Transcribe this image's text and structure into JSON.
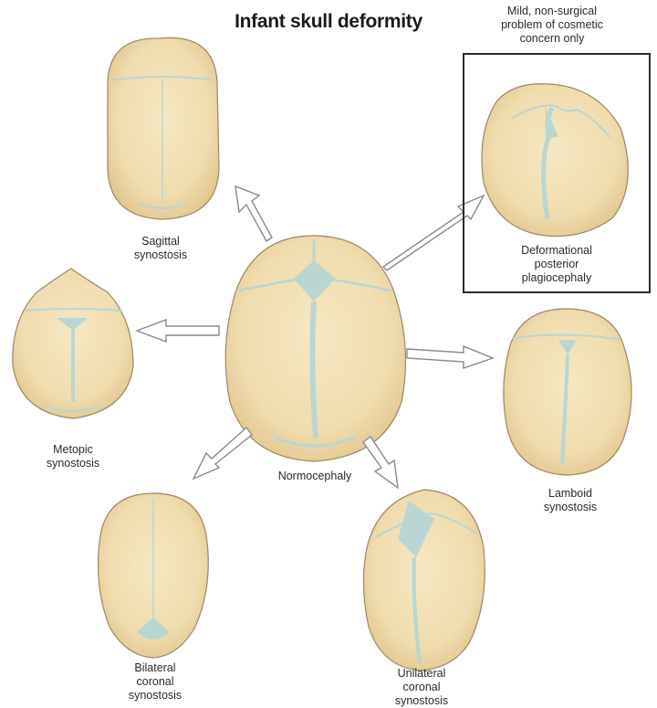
{
  "title": "Infant skull deformity",
  "note": {
    "lines": [
      "Mild, non-surgical",
      "problem of cosmetic",
      "concern only"
    ]
  },
  "colors": {
    "bone": "#f1dfb4",
    "bone_shade": "#e3c995",
    "outline": "#9c8763",
    "suture": "#b9d6d2",
    "arrow_stroke": "#8a8a8a"
  },
  "skulls": [
    {
      "id": "normocephaly",
      "lines": [
        "Normocephaly"
      ]
    },
    {
      "id": "sagittal",
      "lines": [
        "Sagittal",
        "synostosis"
      ]
    },
    {
      "id": "deformational",
      "lines": [
        "Deformational",
        "posterior",
        "plagiocephaly"
      ]
    },
    {
      "id": "metopic",
      "lines": [
        "Metopic",
        "synostosis"
      ]
    },
    {
      "id": "lamboid",
      "lines": [
        "Lamboid",
        "synostosis"
      ]
    },
    {
      "id": "bilateral",
      "lines": [
        "Bilateral",
        "coronal",
        "synostosis"
      ]
    },
    {
      "id": "unilateral",
      "lines": [
        "Unilateral",
        "coronal",
        "synostosis"
      ]
    }
  ]
}
